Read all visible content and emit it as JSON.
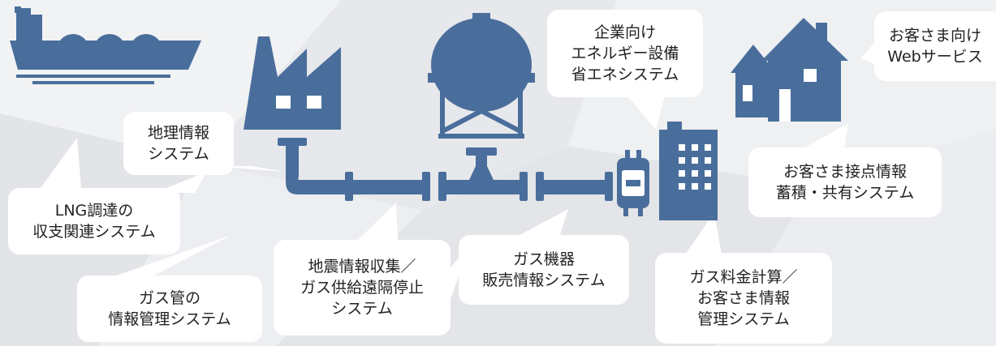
{
  "colors": {
    "icon_blue": "#4a6e9c",
    "bubble_bg": "#ffffff",
    "background": "#e9ebee",
    "text": "#222222"
  },
  "icons": {
    "ship": "lng-tanker-ship-icon",
    "factory": "factory-icon",
    "tank": "gas-holder-tank-icon",
    "pipeline": "gas-pipeline-icon",
    "meter": "gas-meter-icon",
    "building": "office-building-icon",
    "houses": "houses-icon"
  },
  "labels": {
    "lng": [
      "LNG調達の",
      "収支関連システム"
    ],
    "gis": [
      "地理情報",
      "システム"
    ],
    "pipe_info": [
      "ガス管の",
      "情報管理システム"
    ],
    "earthquake": [
      "地震情報収集／",
      "ガス供給遠隔停止",
      "システム"
    ],
    "appliance": [
      "ガス機器",
      "販売情報システム"
    ],
    "billing": [
      "ガス料金計算／",
      "お客さま情報",
      "管理システム"
    ],
    "corporate": [
      "企業向け",
      "エネルギー設備",
      "省エネシステム"
    ],
    "contact": [
      "お客さま接点情報",
      "蓄積・共有システム"
    ],
    "web": [
      "お客さま向け",
      "Webサービス"
    ]
  }
}
